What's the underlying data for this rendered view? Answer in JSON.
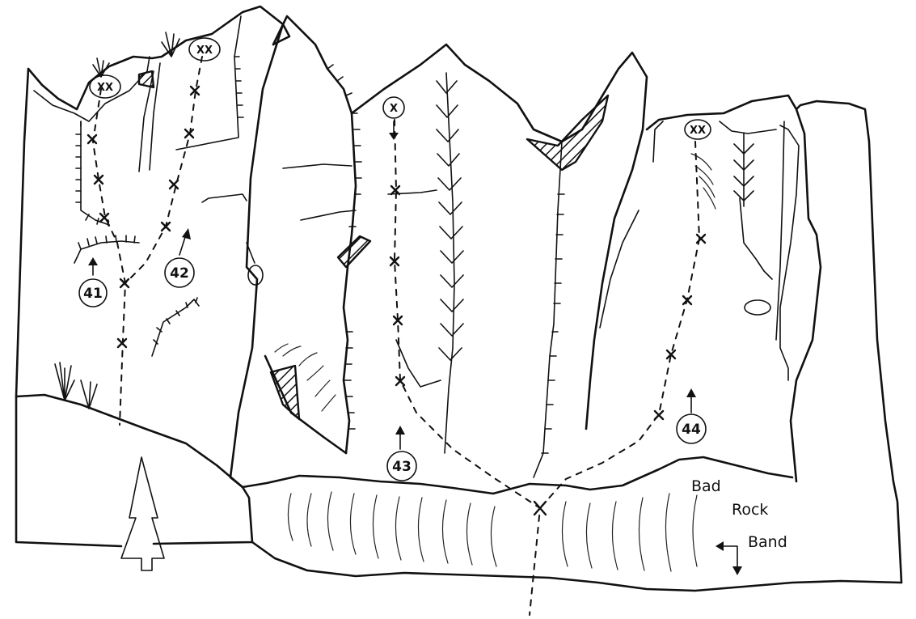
{
  "diagram": {
    "routes": [
      {
        "id": "41",
        "label": "41"
      },
      {
        "id": "42",
        "label": "42"
      },
      {
        "id": "43",
        "label": "43"
      },
      {
        "id": "44",
        "label": "44"
      }
    ],
    "anchors": {
      "route41": "XX",
      "route42": "XX",
      "route43": "X",
      "route44": "XX"
    },
    "annotations": {
      "bad_rock_band": [
        "Bad",
        "Rock",
        "Band"
      ]
    },
    "colors": {
      "ink": "#111111",
      "paper": "#ffffff"
    }
  }
}
